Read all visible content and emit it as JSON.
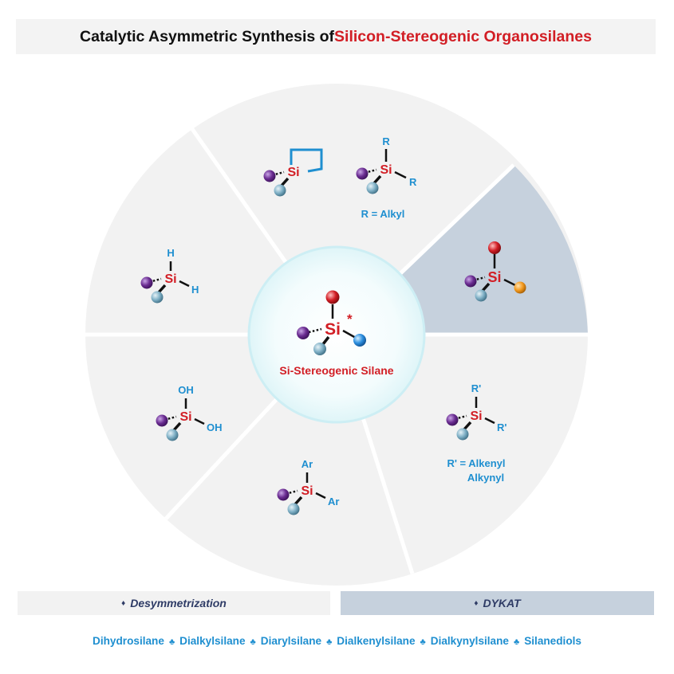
{
  "title": {
    "prefix": "Catalytic Asymmetric Synthesis of ",
    "highlight": "Silicon-Stereogenic Organosilanes"
  },
  "center": {
    "atom": "Si",
    "star": "*",
    "label": "Si-Stereogenic Silane"
  },
  "sectors": {
    "dihydro": {
      "atom": "Si",
      "sub_top": "H",
      "sub_right": "H"
    },
    "diol": {
      "atom": "Si",
      "sub_top": "OH",
      "sub_right": "OH"
    },
    "diaryl": {
      "atom": "Si",
      "sub_top": "Ar",
      "sub_right": "Ar"
    },
    "cyclic": {
      "atom": "Si"
    },
    "dialkyl": {
      "atom": "Si",
      "sub_top": "R",
      "sub_right": "R",
      "note": "R = Alkyl"
    },
    "dykat": {
      "atom": "Si"
    },
    "unsat": {
      "atom": "Si",
      "sub_top": "R'",
      "sub_right": "R'",
      "note_line1": "R' = Alkenyl",
      "note_line2": "Alkynyl"
    }
  },
  "legend": {
    "desymmetrization": "Desymmetrization",
    "dykat": "DYKAT",
    "bullet": "♦"
  },
  "footer": {
    "separator": "♣",
    "items": [
      "Dihydrosilane",
      "Dialkylsilane",
      "Diarylsilane",
      "Dialkenylsilane",
      "Dialkynylsilane",
      "Silanediols"
    ]
  },
  "colors": {
    "red": "#d21e25",
    "blue": "#1f8fd0",
    "navy": "#2f3c66",
    "purple": "#6a2c91",
    "ball_blue": "#7fb0c6",
    "ball_orange": "#f39a1f"
  }
}
